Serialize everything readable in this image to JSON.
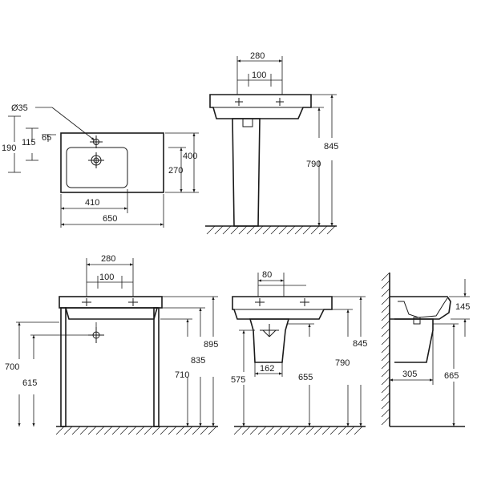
{
  "top_view": {
    "hole_diameter": "Ø35",
    "dim_190": "190",
    "dim_115": "115",
    "dim_65": "65",
    "dim_400": "400",
    "dim_270": "270",
    "dim_410": "410",
    "dim_650": "650"
  },
  "pedestal_front": {
    "dim_280": "280",
    "dim_100": "100",
    "dim_845": "845",
    "dim_790": "790"
  },
  "frame_front": {
    "dim_280": "280",
    "dim_100": "100",
    "dim_700": "700",
    "dim_615": "615",
    "dim_710": "710",
    "dim_835": "835",
    "dim_895": "895"
  },
  "semi_pedestal_front": {
    "dim_80": "80",
    "dim_162": "162",
    "dim_575": "575",
    "dim_655": "655",
    "dim_790": "790",
    "dim_845": "845"
  },
  "side_view": {
    "dim_145": "145",
    "dim_305": "305",
    "dim_665": "665"
  }
}
